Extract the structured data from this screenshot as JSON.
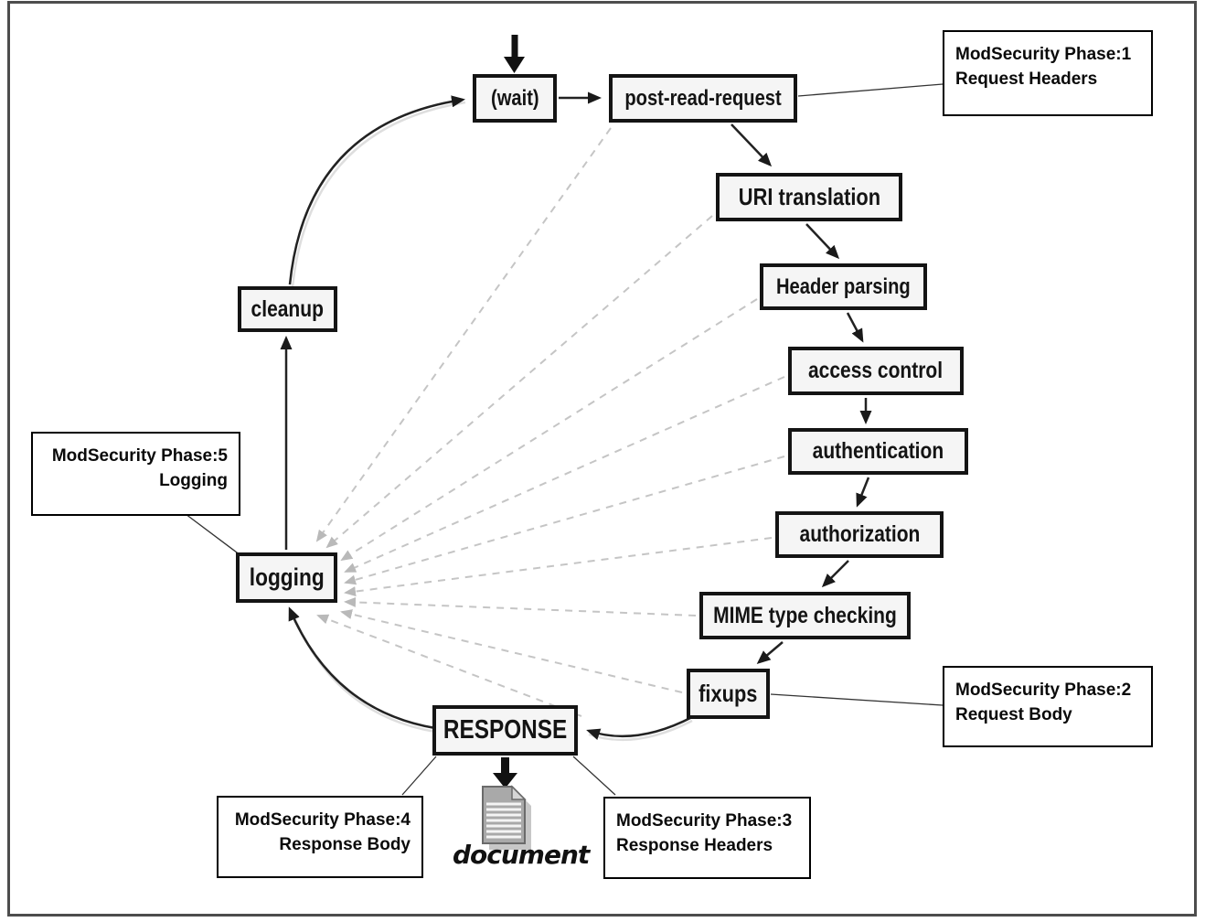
{
  "diagram": {
    "stages": [
      {
        "name": "wait",
        "label": "(wait)"
      },
      {
        "name": "post-read-request",
        "label": "post-read-request"
      },
      {
        "name": "uri-translation",
        "label": "URI translation"
      },
      {
        "name": "header-parsing",
        "label": "Header parsing"
      },
      {
        "name": "access-control",
        "label": "access control"
      },
      {
        "name": "authentication",
        "label": "authentication"
      },
      {
        "name": "authorization",
        "label": "authorization"
      },
      {
        "name": "mime-type-checking",
        "label": "MIME type checking"
      },
      {
        "name": "fixups",
        "label": "fixups"
      },
      {
        "name": "response",
        "label": "RESPONSE"
      },
      {
        "name": "logging",
        "label": "logging"
      },
      {
        "name": "cleanup",
        "label": "cleanup"
      }
    ],
    "callouts": [
      {
        "name": "modsecurity-phase-1",
        "line1": "ModSecurity Phase:1",
        "line2": "Request Headers"
      },
      {
        "name": "modsecurity-phase-2",
        "line1": "ModSecurity Phase:2",
        "line2": "Request Body"
      },
      {
        "name": "modsecurity-phase-3",
        "line1": "ModSecurity Phase:3",
        "line2": "Response Headers"
      },
      {
        "name": "modsecurity-phase-4",
        "line1": "ModSecurity Phase:4",
        "line2": "Response Body"
      },
      {
        "name": "modsecurity-phase-5",
        "line1": "ModSecurity Phase:5",
        "line2": "Logging"
      }
    ],
    "document_label": "document",
    "colors": {
      "box_fill": "#f5f5f5",
      "box_border": "#141414",
      "solid_line": "#222222",
      "dashed_line": "#c5c5c5",
      "callout_border": "#000000",
      "frame_border": "#4d4d4d"
    }
  }
}
